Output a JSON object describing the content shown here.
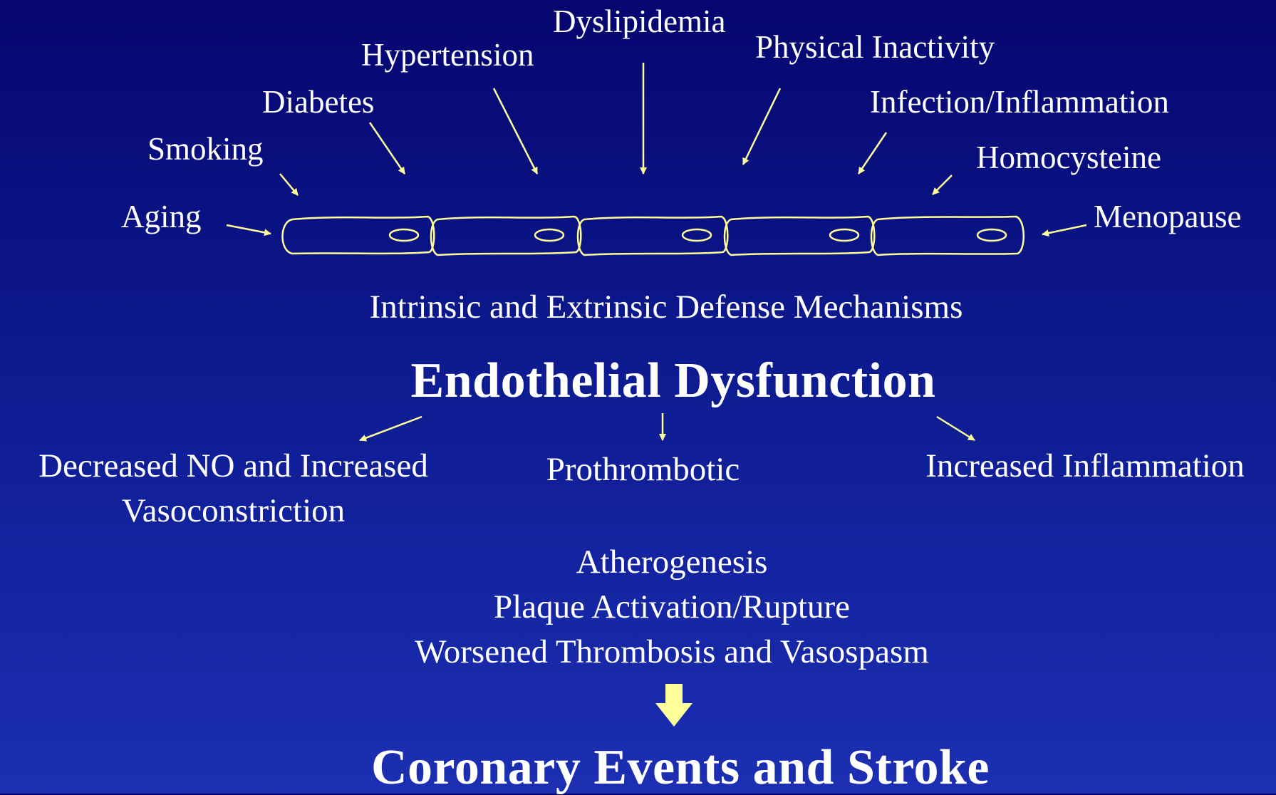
{
  "risk_factors": {
    "aging": "Aging",
    "smoking": "Smoking",
    "diabetes": "Diabetes",
    "hypertension": "Hypertension",
    "dyslipidemia": "Dyslipidemia",
    "physical_inactivity": "Physical Inactivity",
    "infection": "Infection/Inflammation",
    "homocysteine": "Homocysteine",
    "menopause": "Menopause"
  },
  "defense_label": "Intrinsic and Extrinsic Defense Mechanisms",
  "central_title": "Endothelial Dysfunction",
  "effects": {
    "left_line1": "Decreased NO and Increased",
    "left_line2": "Vasoconstriction",
    "middle": "Prothrombotic",
    "right": "Increased Inflammation"
  },
  "consequences": [
    "Atherogenesis",
    "Plaque Activation/Rupture",
    "Worsened Thrombosis and Vasospasm"
  ],
  "final_outcome": "Coronary Events and Stroke",
  "colors": {
    "background_top": "#06066f",
    "background_bottom": "#1c2fb3",
    "text": "#ffffff",
    "arrow": "#ffff99",
    "cell_outline": "#ffff99"
  }
}
